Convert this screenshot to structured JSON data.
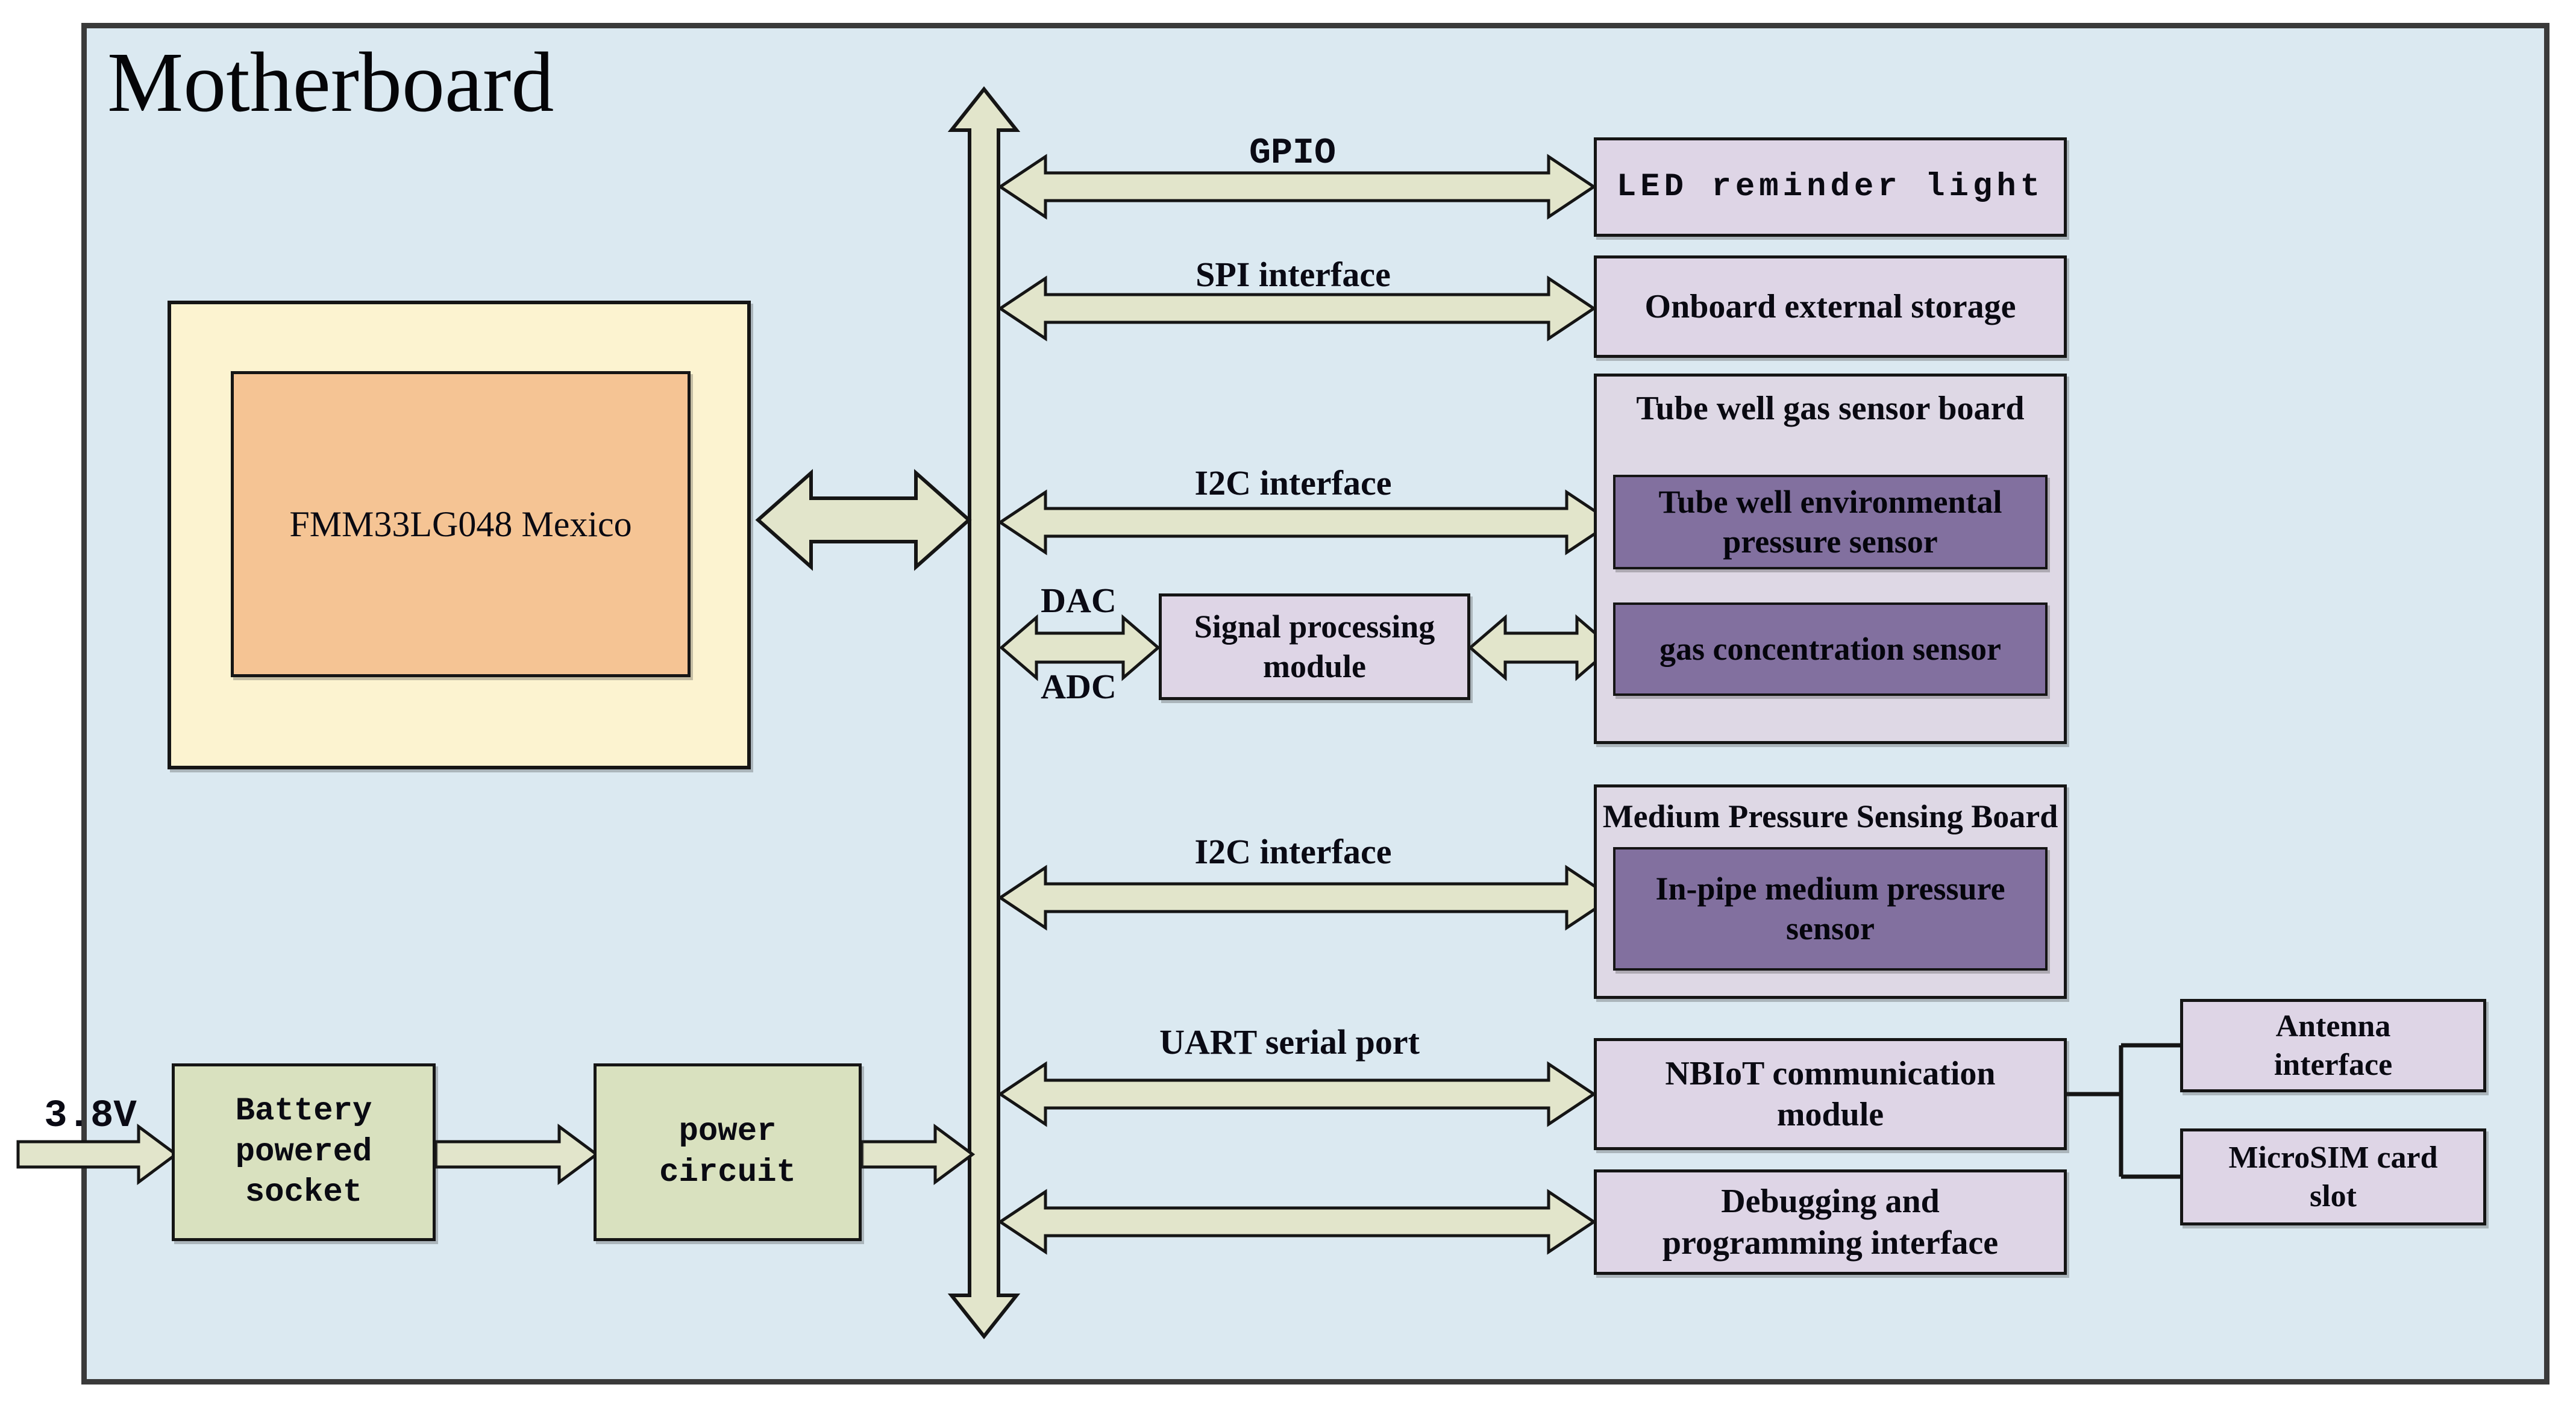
{
  "title": "Motherboard",
  "chip": {
    "label": "FMM33LG048 Mexico"
  },
  "power_chain": {
    "voltage_label": "3.8V",
    "battery_socket_label": "Battery\npowered\nsocket",
    "power_circuit_label": "power\ncircuit"
  },
  "bus": {
    "gpio_label": "GPIO",
    "spi_label": "SPI interface",
    "i2c_gas_label": "I2C interface",
    "dac_label": "DAC",
    "adc_label": "ADC",
    "i2c_medium_label": "I2C interface",
    "uart_label": "UART serial port"
  },
  "peripherals": {
    "led_label": "LED reminder light",
    "storage_label": "Onboard external storage",
    "signal_module_label": "Signal processing\nmodule",
    "nbiot_label": "NBIoT communication\nmodule",
    "debug_label": "Debugging and\nprogramming interface",
    "antenna_label": "Antenna\ninterface",
    "sim_label": "MicroSIM card\nslot"
  },
  "gas_board": {
    "title": "Tube well gas sensor board",
    "pressure_sensor_label": "Tube well environmental\npressure sensor",
    "gas_sensor_label": "gas concentration sensor"
  },
  "medium_board": {
    "title": "Medium Pressure Sensing Board",
    "sensor_label": "In-pipe medium pressure\nsensor"
  },
  "colors": {
    "canvas_bg": "#dbe9f1",
    "bus_fill": "#e2e5cb",
    "module_fill": "#ded5e6",
    "dark_sensor_fill": "#82709f",
    "board_fill": "#ded8e5",
    "power_box_fill": "#d9e1bf",
    "chip_outer_fill": "#fcf3d0",
    "chip_inner_fill": "#f5c494",
    "outline": "#151515",
    "border": "#3a3a3a"
  }
}
